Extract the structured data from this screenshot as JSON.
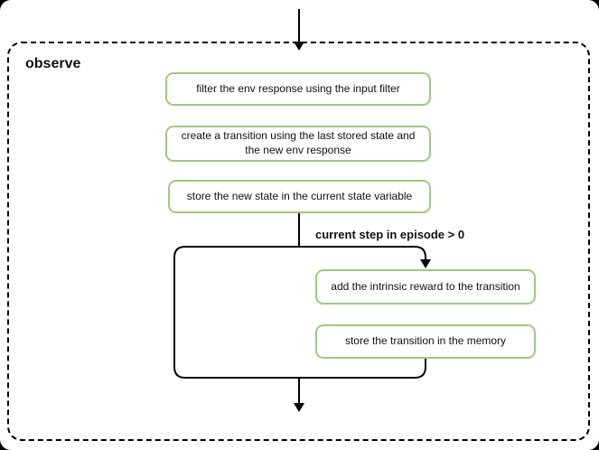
{
  "colors": {
    "background": "#000000",
    "panel": "#ffffff",
    "line": "#000000",
    "node_border": "#a0c882",
    "text": "#111111"
  },
  "diagram": {
    "title": "observe",
    "branch_label": "current step in episode > 0",
    "nodes": [
      {
        "id": "filter-env-response",
        "label": "filter the env response using the input filter"
      },
      {
        "id": "create-transition",
        "label": "create a transition using the last stored state and the new env response"
      },
      {
        "id": "store-new-state",
        "label": "store the new state in the current state variable"
      },
      {
        "id": "add-intrinsic-reward",
        "label": "add the intrinsic reward to the transition"
      },
      {
        "id": "store-transition",
        "label": "store the transition in the memory"
      }
    ],
    "connectors": [
      {
        "id": "entry-arrow",
        "description": "arrow entering the observe frame from the top into the first step"
      },
      {
        "id": "branch-stem",
        "description": "line from store-new-state down to the branch point"
      },
      {
        "id": "branch-true-arrow",
        "description": "branch taken when current step in episode > 0, into add-intrinsic-reward"
      },
      {
        "id": "bypass-connector",
        "description": "bypass path around the conditional block rejoining at the bottom"
      },
      {
        "id": "exit-arrow",
        "description": "arrow leaving the observe block at the bottom"
      }
    ]
  }
}
